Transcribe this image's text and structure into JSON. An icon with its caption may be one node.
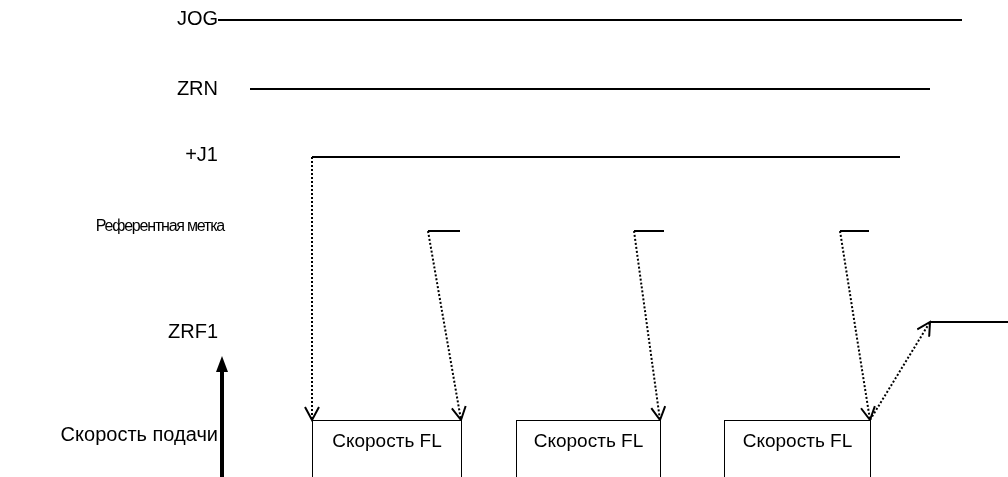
{
  "diagram": {
    "nodes": [
      {
        "text": [],
        "shape": "line"
      },
      {
        "text": [],
        "shape": "line"
      },
      {
        "text": [],
        "shape": "line"
      },
      {
        "text": [],
        "shape": "line"
      },
      {
        "text": [],
        "shape": "line"
      },
      {
        "text": [
          "Скорость FL"
        ]
      },
      {
        "text": [
          "Скорость FL"
        ]
      },
      {
        "text": [
          "Скорость FL"
        ]
      }
    ],
    "edges": [
      {
        "from": 0,
        "to": 5,
        "arrow": "to",
        "style": "dashed"
      },
      {
        "from": 1,
        "to": 5,
        "arrow": "to",
        "style": "dashed"
      },
      {
        "from": 2,
        "to": 6,
        "arrow": "to",
        "style": "dashed"
      },
      {
        "from": 3,
        "to": 7,
        "arrow": "to",
        "style": "dashed"
      },
      {
        "from": 7,
        "to": 4,
        "arrow": "to",
        "style": "dashed"
      }
    ],
    "labels": [
      "JOG",
      "ZRN",
      "+J1",
      "Референтная метка",
      "ZRF1",
      "Скорость подачи"
    ]
  }
}
